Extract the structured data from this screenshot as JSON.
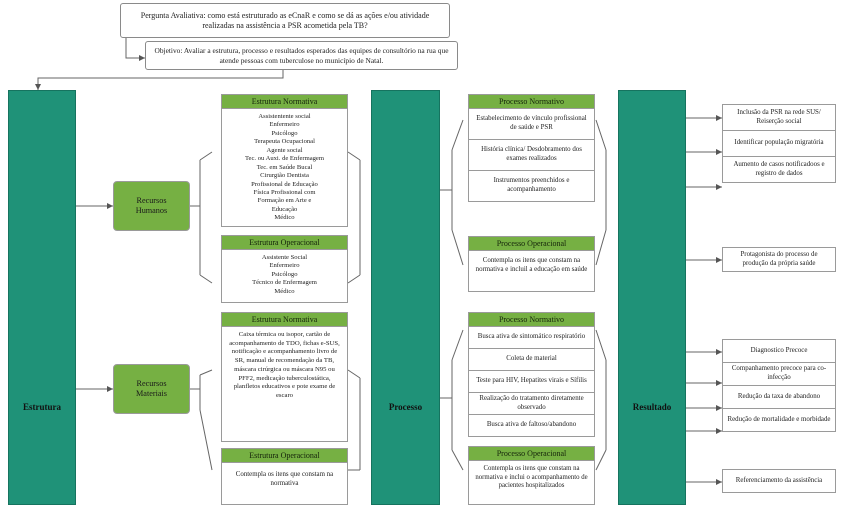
{
  "diagram": {
    "title_question": "Pergunta Avaliativa: como está estruturado as eCnaR e como se dá as ações e/ou atividade realizadas na assistência a PSR acometida pela TB?",
    "objective": "Objetivo: Avaliar a estrutura, processo e resultados esperados das equipes de consultório na rua que atende pessoas com tuberculose no município de Natal.",
    "colors": {
      "teal": "#1f9278",
      "green": "#76b043",
      "border": "#9a9a9a",
      "background": "#ffffff"
    },
    "pillars": [
      {
        "label": "Estrutura"
      },
      {
        "label": "Processo"
      },
      {
        "label": "Resultado"
      }
    ],
    "categories": [
      {
        "label": "Recursos\nHumanos",
        "line1": "Recursos",
        "line2": "Humanos"
      },
      {
        "label": "Recursos\nMateriais",
        "line1": "Recursos",
        "line2": "Materiais"
      }
    ],
    "estrutura": {
      "normativa_rh": {
        "header": "Estrutura Normativa",
        "items": [
          "Assistentente social",
          "Enfermeiro",
          "Psicólogo",
          "Terapeuta Ocupacional",
          "Agente social",
          "Tec. ou Auxi. de Enfermagem",
          "Tec. em Saúde Bucal",
          "Cirurgião Dentista",
          "Profissional de Educação",
          "Física Profissional com",
          "Formação em Arte e",
          "Educação",
          "Médico"
        ]
      },
      "operacional_rh": {
        "header": "Estrutura Operacional",
        "items": [
          "Assistente Social",
          "Enfermeiro",
          "Psicólogo",
          "Técnico de Enfermagem",
          "Médico"
        ]
      },
      "normativa_rm": {
        "header": "Estrutura Normativa",
        "text": "Caixa térmica ou isopor, cartão de acompanhamento de TDO, fichas e-SUS, notificação e acompanhamento livro de SR, manual de recomendação da TB, máscara cirúrgica ou máscara N95 ou PFF2, medicação tuberculostática, planfletos educativos e pote exame de escaro"
      },
      "operacional_rm": {
        "header": "Estrutura Operacional",
        "text": "Contempla os itens que constam na normativa"
      }
    },
    "processo": {
      "normativo_1": {
        "header": "Processo Normativo",
        "rows": [
          "Estabelecimento de vínculo profissional de saúde e PSR",
          "História clínica/ Desdobramento dos exames realizados",
          "Instrumentos preenchidos e acompanhamento"
        ]
      },
      "operacional_1": {
        "header": "Processo Operacional",
        "text": "Contempla os itens que constam na normativa e incluil a educação em saúde"
      },
      "normativo_2": {
        "header": "Processo Normativo",
        "rows": [
          "Busca ativa de sintomático respiratório",
          "Coleta de material",
          "Teste para HIV, Hepatites virais e Sífilis",
          "Realização do tratamento diretamente observado",
          "Busca ativa de faltoso/abandono"
        ]
      },
      "operacional_2": {
        "header": "Processo Operacional",
        "text": "Contempla os itens que constam na normativa e inclui o acompanhamento de pacientes hospitalizados"
      }
    },
    "resultado": {
      "top_chips": [
        "Inclusão da PSR na rede SUS/ Reiserção social",
        "Identificar população migratória",
        "Aumento de casos notificadoos e registro de dados"
      ],
      "mid_chips": [
        "Protagonista do processo de produção da própria saúde"
      ],
      "bottom_chips": [
        "Diagnostico Precoce",
        "Companhamento precoce para co-infecção",
        "Redução da taxa de abandono",
        "Redução de mortalidade e morbidade"
      ],
      "last_chips": [
        "Referenciamento da assistência"
      ]
    }
  }
}
